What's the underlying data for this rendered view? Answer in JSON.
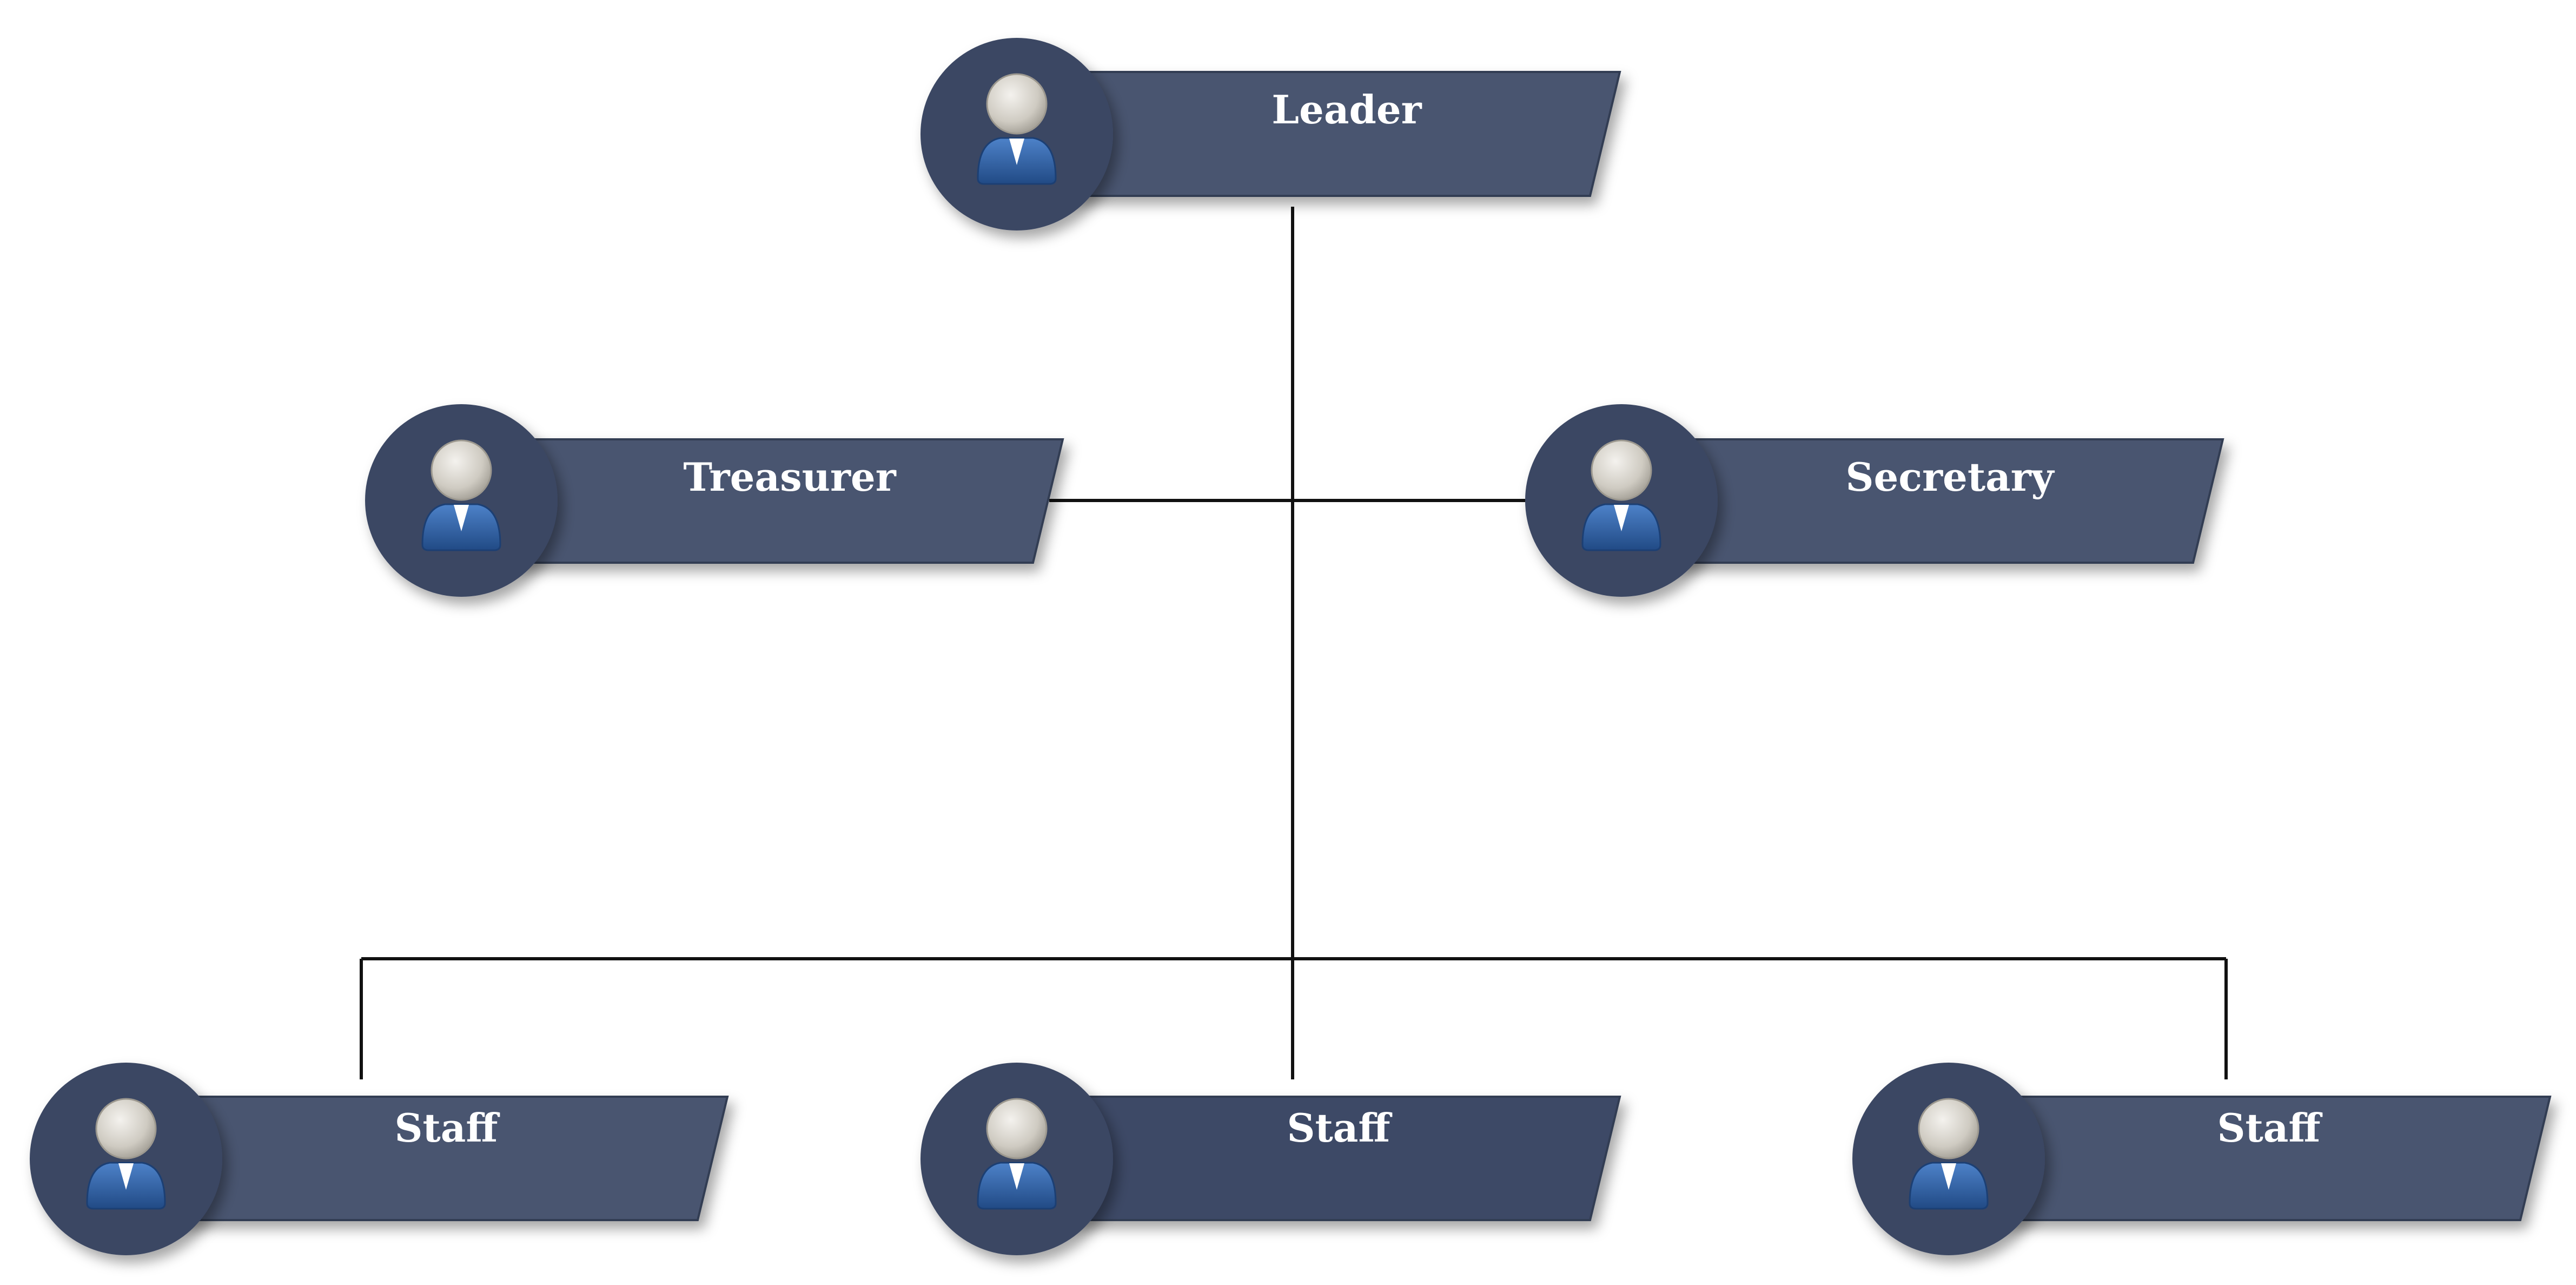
{
  "diagram": {
    "colors": {
      "banner": "#4a5570",
      "banner_dark": "#3e4866",
      "avatar_bg": "#3a4663",
      "connector": "#111111",
      "label": "#ffffff",
      "person_head": "#d6d2c9",
      "person_body": "#2f63a8"
    },
    "nodes": [
      {
        "id": "leader",
        "label": "Leader",
        "icon": "person-icon"
      },
      {
        "id": "treasurer",
        "label": "Treasurer",
        "icon": "person-icon"
      },
      {
        "id": "secretary",
        "label": "Secretary",
        "icon": "person-icon"
      },
      {
        "id": "staff1",
        "label": "Staff",
        "icon": "person-icon"
      },
      {
        "id": "staff2",
        "label": "Staff",
        "icon": "person-icon"
      },
      {
        "id": "staff3",
        "label": "Staff",
        "icon": "person-icon"
      }
    ],
    "edges": [
      {
        "from": "leader",
        "to": "treasurer"
      },
      {
        "from": "leader",
        "to": "secretary"
      },
      {
        "from": "leader",
        "to": "staff1"
      },
      {
        "from": "leader",
        "to": "staff2"
      },
      {
        "from": "leader",
        "to": "staff3"
      }
    ]
  }
}
